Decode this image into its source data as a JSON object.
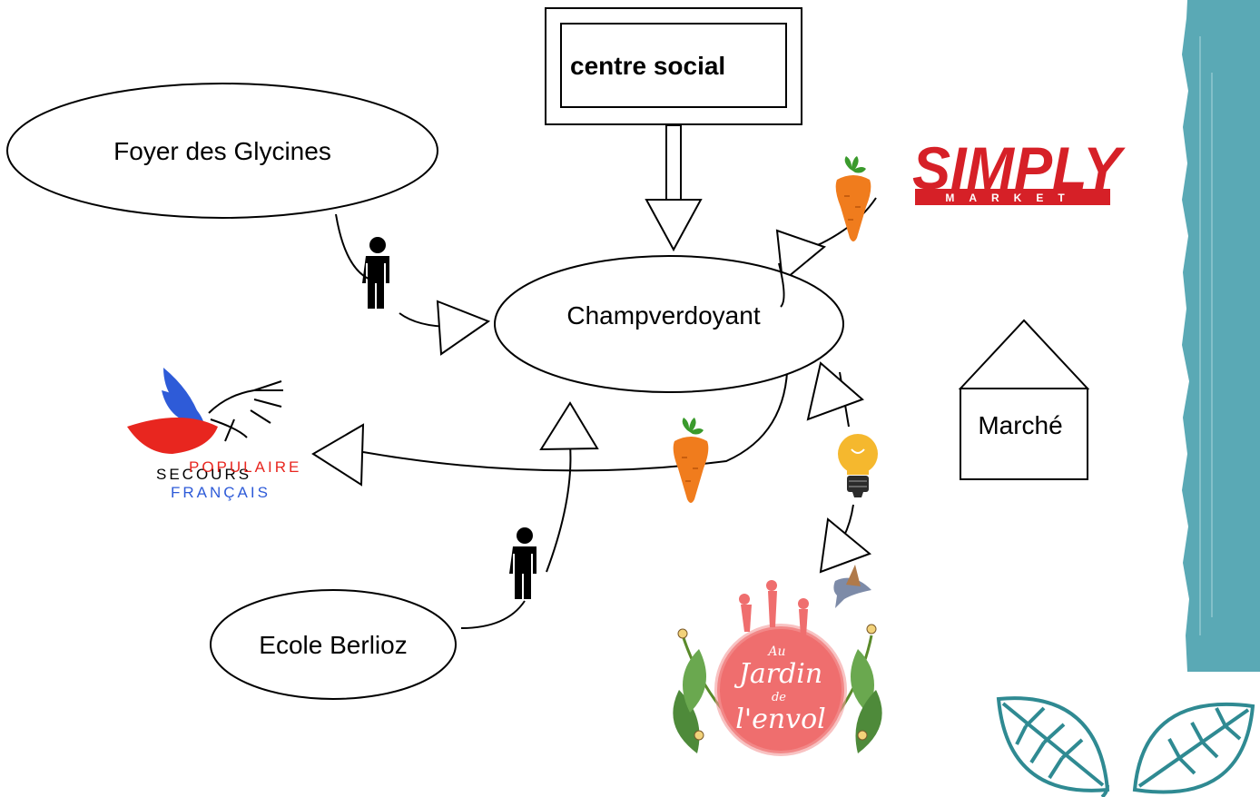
{
  "nodes": {
    "centre_social": "centre social",
    "foyer": "Foyer des Glycines",
    "champverdoyant": "Champverdoyant",
    "ecole": "Ecole Berlioz",
    "marche": "Marché"
  },
  "logos": {
    "simply": {
      "word": "SIMPLY",
      "sub": "MARKET",
      "color": "#d62027"
    },
    "secours": {
      "line1": "SECOURS",
      "line2": "POPULAIRE",
      "line3": "FRANÇAIS",
      "colors": {
        "blue": "#2e5bd8",
        "red": "#e8261f"
      }
    },
    "jardin": {
      "line1": "Au",
      "line2": "Jardin",
      "line3": "de",
      "line4": "l'envol",
      "color": "#ef6e6e"
    }
  },
  "icons": {
    "person": "person-icon",
    "carrot": "carrot-icon",
    "bulb": "lightbulb-icon",
    "bird": "bird-icon",
    "leaves": "leaves-icon"
  },
  "colors": {
    "border": "#5aa9b5",
    "leaf": "#2f8a92"
  }
}
